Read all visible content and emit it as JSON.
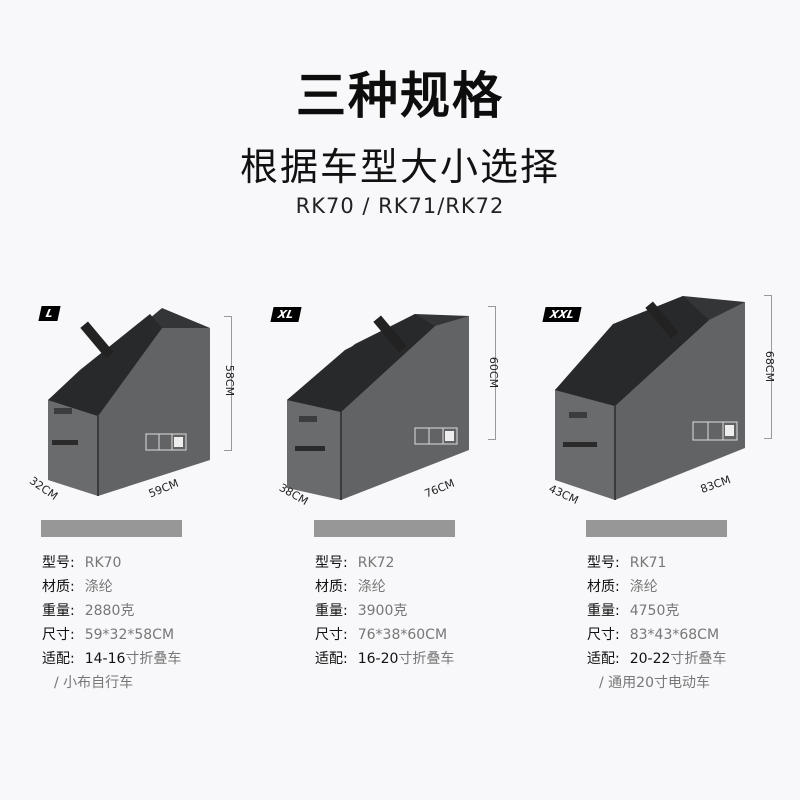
{
  "header": {
    "title": "三种规格",
    "subtitle": "根据车型大小选择",
    "models": "RK70 / RK71/RK72"
  },
  "products": [
    {
      "size_badge": "L",
      "dimensions": {
        "height": "58CM",
        "depth": "32CM",
        "width": "59CM"
      },
      "specs": {
        "model_label": "型号:",
        "model": "RK70",
        "material_label": "材质:",
        "material": "涤纶",
        "weight_label": "重量:",
        "weight": "2880克",
        "size_label": "尺寸:",
        "size": "59*32*58CM",
        "fit_label": "适配:",
        "fit_range": "14-16",
        "fit_text": "寸折叠车",
        "fit_note": "/ 小布自行车"
      }
    },
    {
      "size_badge": "XL",
      "dimensions": {
        "height": "60CM",
        "depth": "38CM",
        "width": "76CM"
      },
      "specs": {
        "model_label": "型号:",
        "model": "RK72",
        "material_label": "材质:",
        "material": "涤纶",
        "weight_label": "重量:",
        "weight": "3900克",
        "size_label": "尺寸:",
        "size": "76*38*60CM",
        "fit_label": "适配:",
        "fit_range": "16-20",
        "fit_text": "寸折叠车",
        "fit_note": ""
      }
    },
    {
      "size_badge": "XXL",
      "dimensions": {
        "height": "68CM",
        "depth": "43CM",
        "width": "83CM"
      },
      "specs": {
        "model_label": "型号:",
        "model": "RK71",
        "material_label": "材质:",
        "material": "涤纶",
        "weight_label": "重量:",
        "weight": "4750克",
        "size_label": "尺寸:",
        "size": "83*43*68CM",
        "fit_label": "适配:",
        "fit_range": "20-22",
        "fit_text": "寸折叠车",
        "fit_note": "/ 通用20寸电动车"
      }
    }
  ],
  "colors": {
    "background": "#f8f8fa",
    "bag_gray": "#5f6062",
    "bag_dark": "#2e2f31",
    "divider_bar": "#979797"
  }
}
